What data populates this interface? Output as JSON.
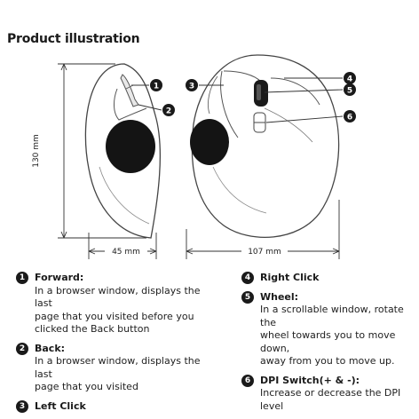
{
  "title": "Product illustration",
  "dimensions": {
    "height": "130 mm",
    "side_width": "45 mm",
    "front_width": "107 mm"
  },
  "callouts": [
    "1",
    "2",
    "3",
    "4",
    "5",
    "6"
  ],
  "legend": [
    {
      "num": "1",
      "label": "Forward:",
      "desc": [
        "In a browser window, displays the last",
        "page that you visited before you",
        "clicked the Back button"
      ]
    },
    {
      "num": "2",
      "label": "Back:",
      "desc": [
        "In a browser window, displays the last",
        "page that you visited"
      ]
    },
    {
      "num": "3",
      "label": "Left Click",
      "desc": []
    },
    {
      "num": "4",
      "label": "Right Click",
      "desc": []
    },
    {
      "num": "5",
      "label": "Wheel:",
      "desc": [
        "In a scrollable window, rotate the",
        "wheel towards you to move down,",
        "away from you to move up."
      ]
    },
    {
      "num": "6",
      "label": "DPI Switch(+ & -):",
      "desc": [
        "Increase or decrease the DPI level"
      ]
    }
  ]
}
